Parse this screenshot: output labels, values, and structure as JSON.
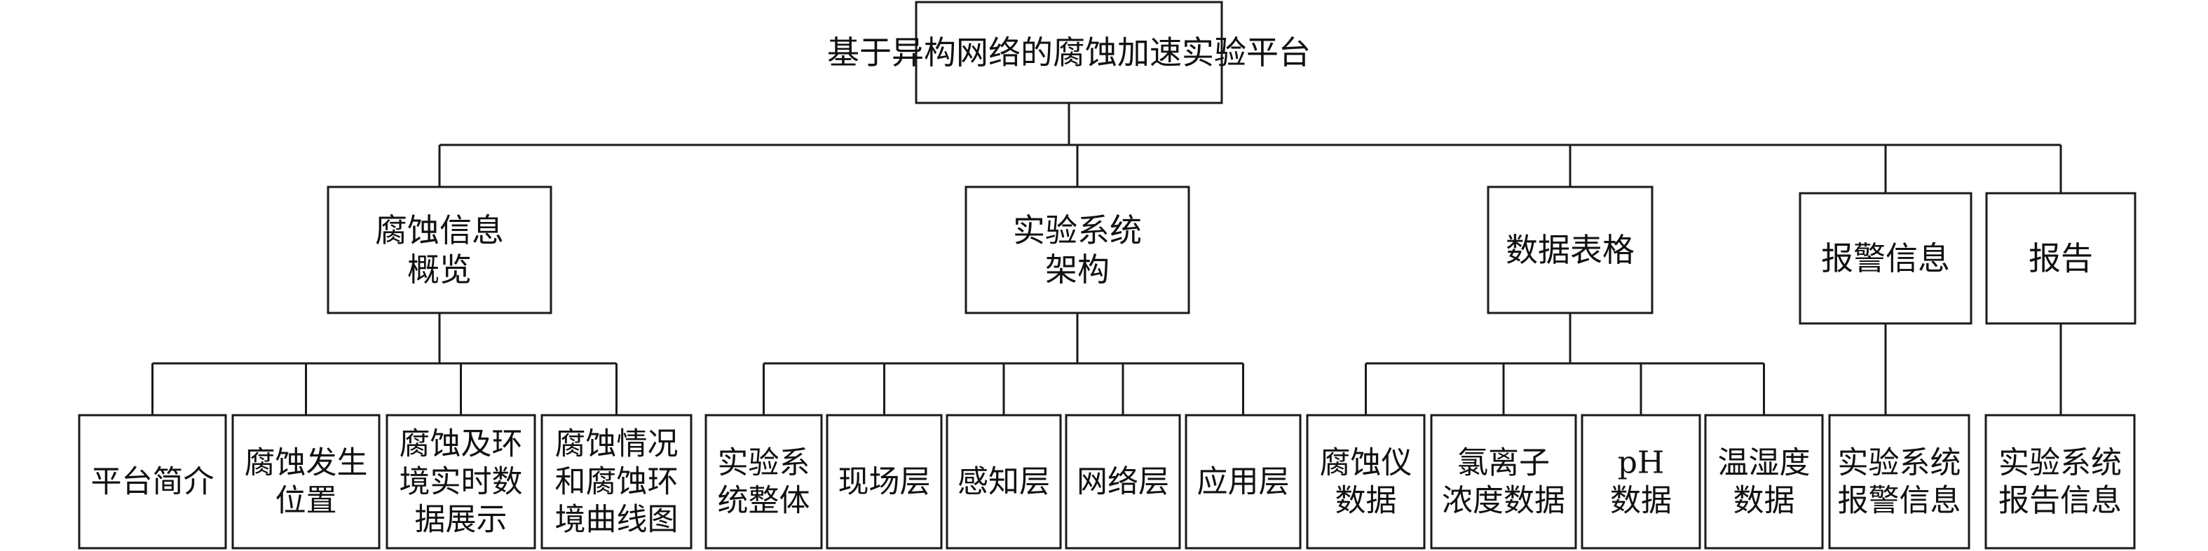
{
  "root": {
    "id": "root",
    "lines": [
      "基于异构网络的腐蚀加速实验平台"
    ]
  },
  "branches": [
    {
      "id": "overview",
      "lines": [
        "腐蚀信息",
        "概览"
      ],
      "children": [
        {
          "id": "intro",
          "lines": [
            "平台简介"
          ]
        },
        {
          "id": "location",
          "lines": [
            "腐蚀发生",
            "位置"
          ]
        },
        {
          "id": "realtime",
          "lines": [
            "腐蚀及环",
            "境实时数",
            "据展示"
          ]
        },
        {
          "id": "curves",
          "lines": [
            "腐蚀情况",
            "和腐蚀环",
            "境曲线图"
          ]
        }
      ]
    },
    {
      "id": "architecture",
      "lines": [
        "实验系统",
        "架构"
      ],
      "children": [
        {
          "id": "whole",
          "lines": [
            "实验系",
            "统整体"
          ]
        },
        {
          "id": "field",
          "lines": [
            "现场层"
          ]
        },
        {
          "id": "perception",
          "lines": [
            "感知层"
          ]
        },
        {
          "id": "network",
          "lines": [
            "网络层"
          ]
        },
        {
          "id": "application",
          "lines": [
            "应用层"
          ]
        }
      ]
    },
    {
      "id": "tables",
      "lines": [
        "数据表格"
      ],
      "children": [
        {
          "id": "meter",
          "lines": [
            "腐蚀仪",
            "数据"
          ]
        },
        {
          "id": "chloride",
          "lines": [
            "氯离子",
            "浓度数据"
          ]
        },
        {
          "id": "ph",
          "lines": [
            "pH",
            "数据"
          ]
        },
        {
          "id": "humidity",
          "lines": [
            "温湿度",
            "数据"
          ]
        }
      ]
    },
    {
      "id": "alarm",
      "lines": [
        "报警信息"
      ],
      "children": [
        {
          "id": "alarm-info",
          "lines": [
            "实验系统",
            "报警信息"
          ]
        }
      ]
    },
    {
      "id": "report",
      "lines": [
        "报告"
      ],
      "children": [
        {
          "id": "report-info",
          "lines": [
            "实验系统",
            "报告信息"
          ]
        }
      ]
    }
  ]
}
